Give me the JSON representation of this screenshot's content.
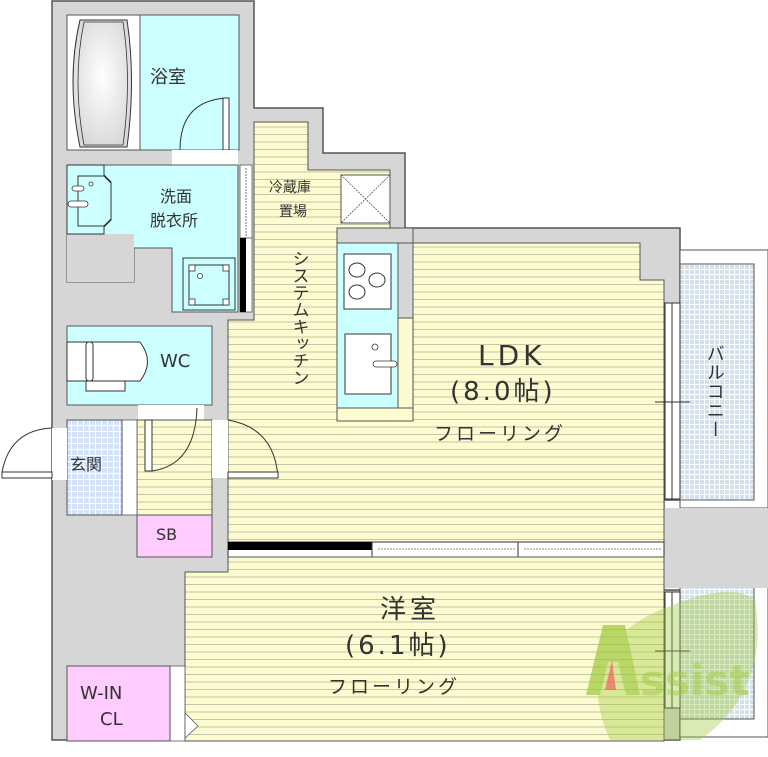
{
  "floor_plan": {
    "colors": {
      "wall": "#d6d6d6",
      "wall_outline": "#555555",
      "floor_flooring": "#fcfcd0",
      "floor_lines": "#b8b8a0",
      "wet_area": "#ccffff",
      "storage": "#ffccff",
      "balcony_tile": "#d4e0ec",
      "entrance_tile": "#d4e0f4",
      "logo_green": "#9cc83c",
      "logo_red": "#e85a4a"
    },
    "rooms": {
      "bathroom": "浴室",
      "washroom_line1": "洗面",
      "washroom_line2": "脱衣所",
      "fridge_line1": "冷蔵庫",
      "fridge_line2": "置場",
      "kitchen": "システムキッチン",
      "wc": "WC",
      "entrance": "玄関",
      "shoe_box": "SB",
      "ldk_name": "LDK",
      "ldk_size": "(8.0帖)",
      "ldk_floor": "フローリング",
      "balcony": "バルコニー",
      "western_name": "洋室",
      "western_size": "(6.1帖)",
      "western_floor": "フローリング",
      "closet_line1": "W-IN",
      "closet_line2": "CL"
    },
    "watermark": "Assist"
  }
}
